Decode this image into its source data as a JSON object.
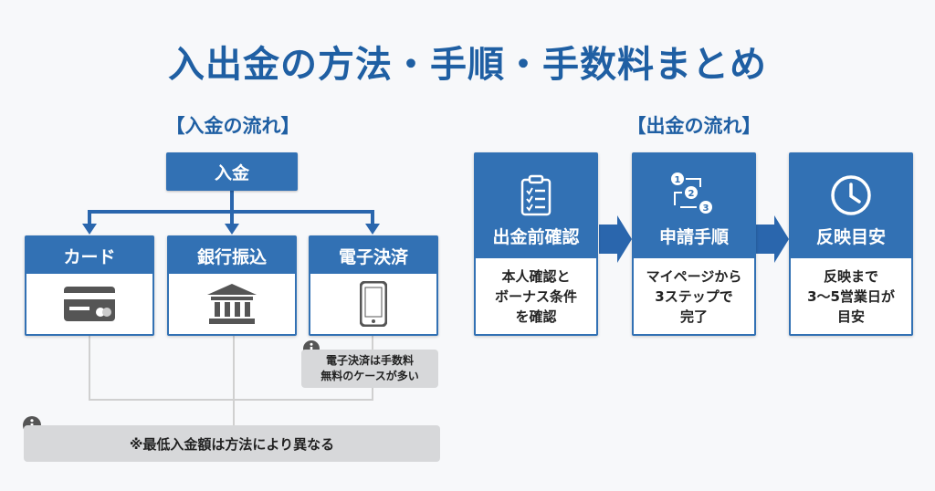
{
  "page": {
    "title": "入出金の方法・手順・手数料まとめ"
  },
  "deposit": {
    "section_title": "【入金の流れ】",
    "root_label": "入金",
    "methods": [
      {
        "label": "カード",
        "icon": "credit-card-icon"
      },
      {
        "label": "銀行振込",
        "icon": "bank-icon"
      },
      {
        "label": "電子決済",
        "icon": "smartphone-icon"
      }
    ],
    "note_small": {
      "line1": "電子決済は手数料",
      "line2": "無料のケースが多い"
    },
    "note_big": "※最低入金額は方法により異なる"
  },
  "withdrawal": {
    "section_title": "【出金の流れ】",
    "steps": [
      {
        "label": "出金前確認",
        "icon": "checklist-icon",
        "lines": [
          "本人確認と",
          "ボーナス条件",
          "を確認"
        ]
      },
      {
        "label": "申請手順",
        "icon": "numbered-steps-icon",
        "lines": [
          "マイページから",
          "3ステップで",
          "完了"
        ]
      },
      {
        "label": "反映目安",
        "icon": "clock-icon",
        "lines": [
          "反映まで",
          "3〜5営業日が",
          "目安"
        ]
      }
    ],
    "step_numbers": [
      "1",
      "2",
      "3"
    ]
  },
  "colors": {
    "primary": "#3271b4",
    "title": "#1f5fa3",
    "note_bg": "#d7d8da",
    "connector": "#d0d0d0"
  }
}
